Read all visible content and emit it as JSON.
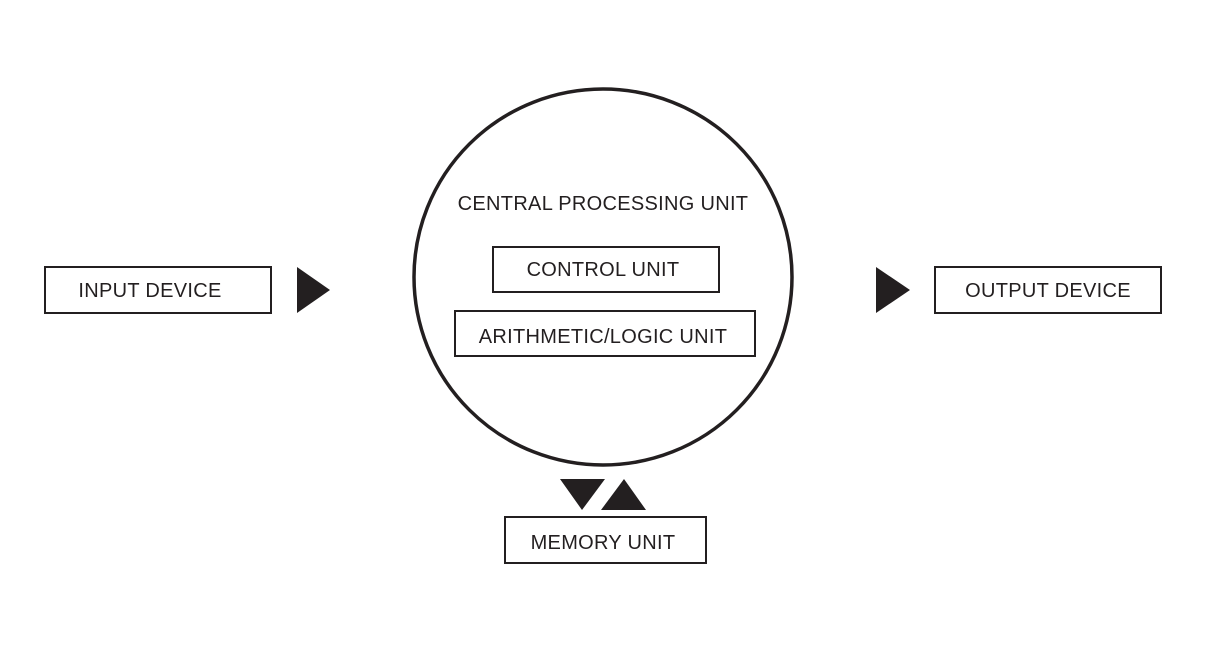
{
  "diagram": {
    "cpu": {
      "title": "CENTRAL PROCESSING UNIT",
      "control_unit": "CONTROL UNIT",
      "alu": "ARITHMETIC/LOGIC UNIT"
    },
    "input_device": "INPUT DEVICE",
    "output_device": "OUTPUT DEVICE",
    "memory_unit": "MEMORY UNIT"
  },
  "colors": {
    "ink": "#231f20",
    "background": "#ffffff"
  }
}
